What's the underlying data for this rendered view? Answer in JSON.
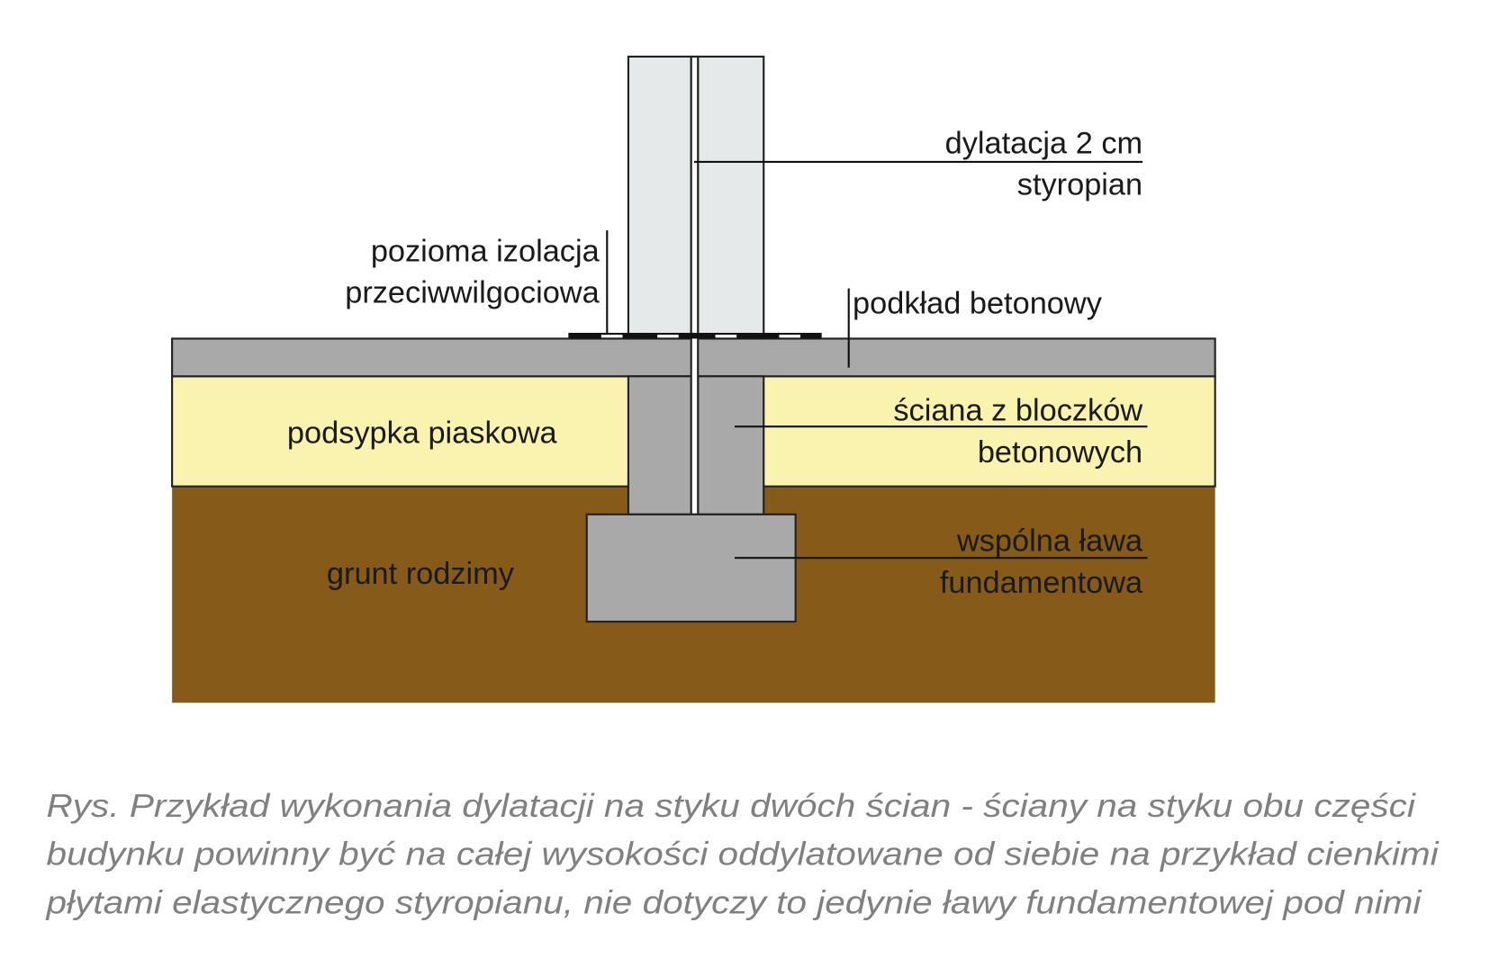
{
  "diagram": {
    "labels": {
      "dylatacja": "dylatacja 2 cm",
      "styropian": "styropian",
      "izolacja_1": "pozioma izolacja",
      "izolacja_2": "przeciwwilgociowa",
      "podklad": "podkład betonowy",
      "podsypka": "podsypka piaskowa",
      "sciana_1": "ściana z bloczków",
      "sciana_2": "betonowych",
      "grunt": "grunt rodzimy",
      "lawa_1": "wspólna ława",
      "lawa_2": "fundamentowa"
    },
    "colors": {
      "soil": "#865a19",
      "sand": "#faf3b0",
      "concrete": "#a9a9a9",
      "wall_upper": "#e6e9e9"
    }
  },
  "caption": {
    "line1": "Rys. Przykład wykonania dylatacji na styku dwóch ścian - ściany na styku obu części",
    "line2": "budynku powinny być na całej wysokości oddylatowane od siebie na przykład cienkimi",
    "line3": "płytami elastycznego styropianu, nie dotyczy to jedynie ławy fundamentowej pod nimi"
  }
}
